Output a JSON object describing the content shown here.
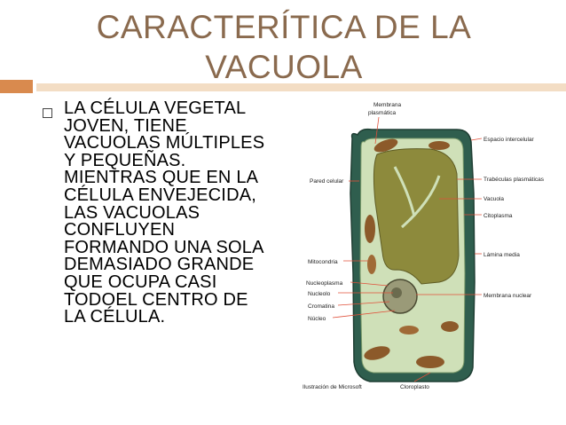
{
  "slide": {
    "title_line1": "CARACTERÍTICA DE LA",
    "title_line2": "VACUOLA",
    "body": "LA CÉLULA VEGETAL JOVEN, TIENE VACUOLAS MÚLTIPLES Y PEQUEÑAS. MIENTRAS QUE EN LA CÉLULA ENVEJECIDA, LAS VACUOLAS CONFLUYEN FORMANDO UNA SOLA DEMASIADO GRANDE QUE OCUPA CASI TODOEL CENTRO DE LA CÉLULA."
  },
  "diagram": {
    "labels": {
      "membrana_1": "Membrana",
      "membrana_2": "plasmática",
      "espacio": "Espacio intercelular",
      "pared": "Pared celular",
      "trabeculas": "Trabéculas plasmáticas",
      "vacuola": "Vacuola",
      "citoplasma": "Citoplasma",
      "lamina": "Lámina media",
      "mitocondria": "Mitocondria",
      "nucleoplasma": "Nucleoplasma",
      "nucleolo": "Nucleolo",
      "membrana_nuclear": "Membrana nuclear",
      "cromatina": "Cromatina",
      "nucleo": "Núcleo",
      "cloroplasto": "Cloroplasto",
      "credit": "Ilustración de Microsoft"
    }
  },
  "colors": {
    "title": "#8a6a4e",
    "accent_bar": "#d98a4e",
    "accent_bar_light": "#f3ddc4",
    "cell_wall": "#2f5e4e",
    "cytoplasm": "#cfe0b8",
    "vacuole": "#8d8a3c",
    "leader_line": "#e0503a"
  }
}
